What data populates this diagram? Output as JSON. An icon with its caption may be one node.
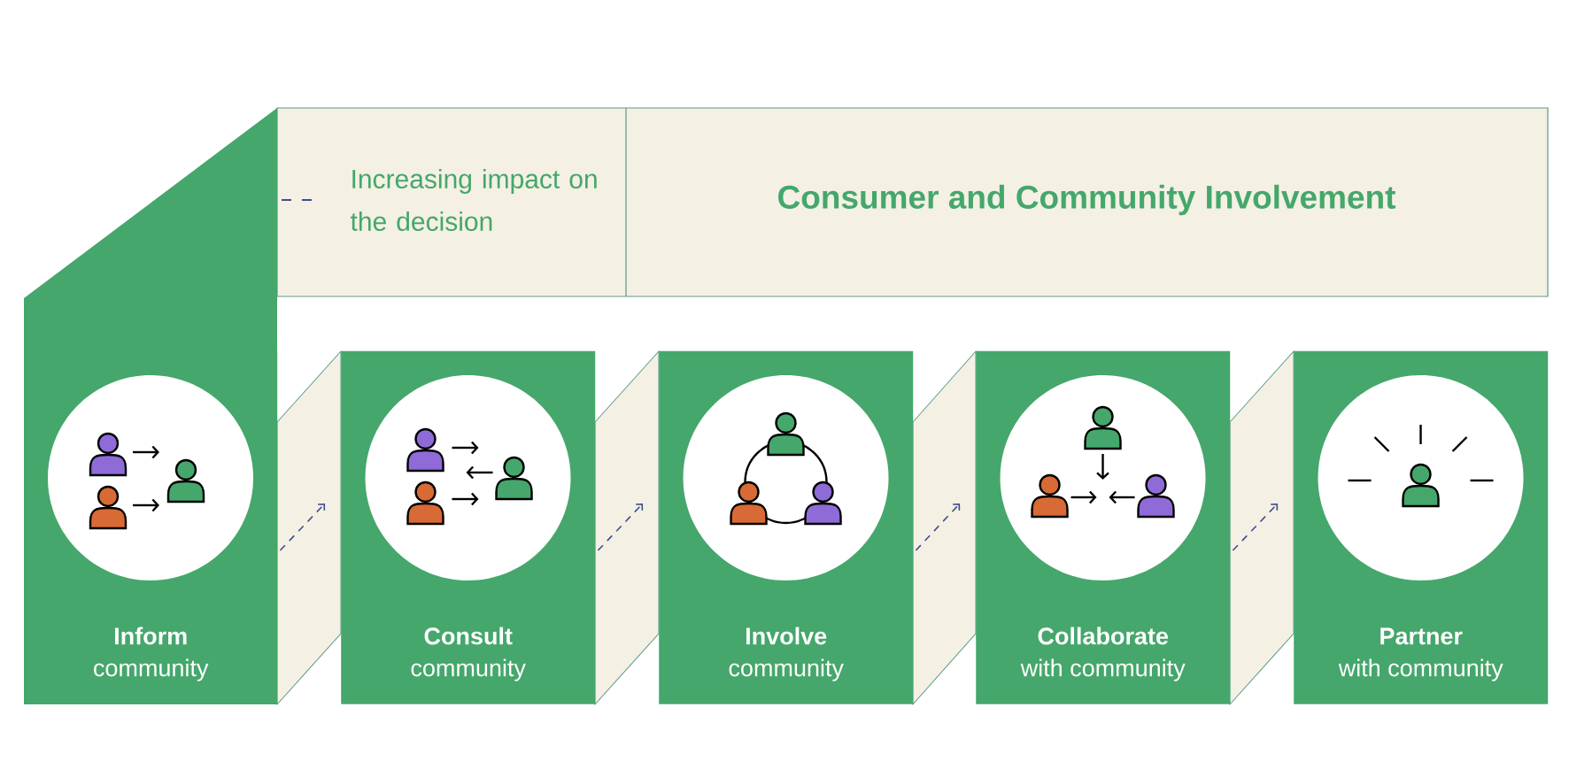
{
  "diagram": {
    "title": "Consumer and Community Involvement",
    "nodes": [
      {
        "text": [
          "Inform",
          "community"
        ]
      },
      {
        "text": [
          "Consult",
          "community"
        ]
      },
      {
        "text": [
          "Involve",
          "community"
        ]
      },
      {
        "text": [
          "Collaborate",
          "with community"
        ]
      },
      {
        "text": [
          "Partner",
          "with community"
        ]
      }
    ],
    "edges": [
      {
        "from": 0,
        "to": 1,
        "arrow": "to",
        "style": "dashed"
      },
      {
        "from": 1,
        "to": 2,
        "arrow": "to",
        "style": "dashed"
      },
      {
        "from": 2,
        "to": 3,
        "arrow": "to",
        "style": "dashed"
      },
      {
        "from": 3,
        "to": 4,
        "arrow": "to",
        "style": "dashed"
      }
    ],
    "legend": [
      {
        "text": "Increasing impact on the decision"
      }
    ]
  }
}
